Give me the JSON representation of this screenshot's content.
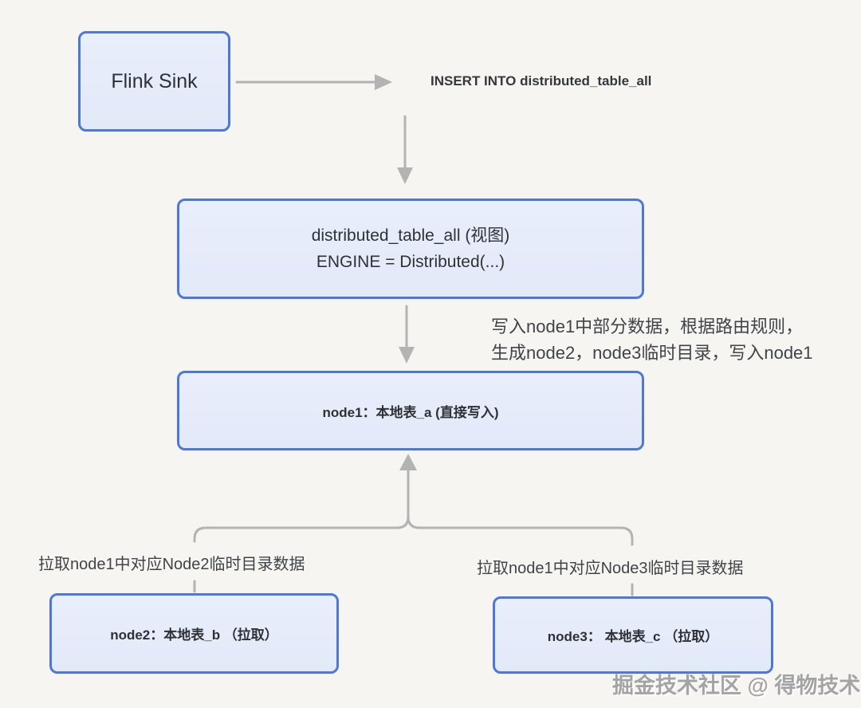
{
  "diagram": {
    "nodes": {
      "flink_sink": {
        "label": "Flink Sink"
      },
      "distributed_view": {
        "line1": "distributed_table_all (视图)",
        "line2": "ENGINE = Distributed(...)"
      },
      "node1": {
        "label": "node1：本地表_a (直接写入)"
      },
      "node2": {
        "label": "node2：本地表_b （拉取）"
      },
      "node3": {
        "label": "node3： 本地表_c （拉取）"
      }
    },
    "annotations": {
      "insert_sql": "INSERT INTO distributed_table_all",
      "routing_line1": "写入node1中部分数据，根据路由规则，",
      "routing_line2": "生成node2，node3临时目录，写入node1",
      "pull_node2": "拉取node1中对应Node2临时目录数据",
      "pull_node3": "拉取node1中对应Node3临时目录数据"
    },
    "edges": [
      "flink_sink -> insert_sql",
      "insert_sql -> distributed_view",
      "distributed_view -> node1",
      "node2 -> node1 (merge)",
      "node3 -> node1 (merge)"
    ],
    "colors": {
      "background": "#f7f5f2",
      "box_border": "#4e78d8",
      "box_fill": "#e5ebf9",
      "arrow": "#b3b3b3",
      "text": "#2e3237",
      "annotation_text": "#404449",
      "watermark": "#8d8d8d"
    }
  },
  "watermark": {
    "text": "掘金技术社区 @ 得物技术"
  }
}
